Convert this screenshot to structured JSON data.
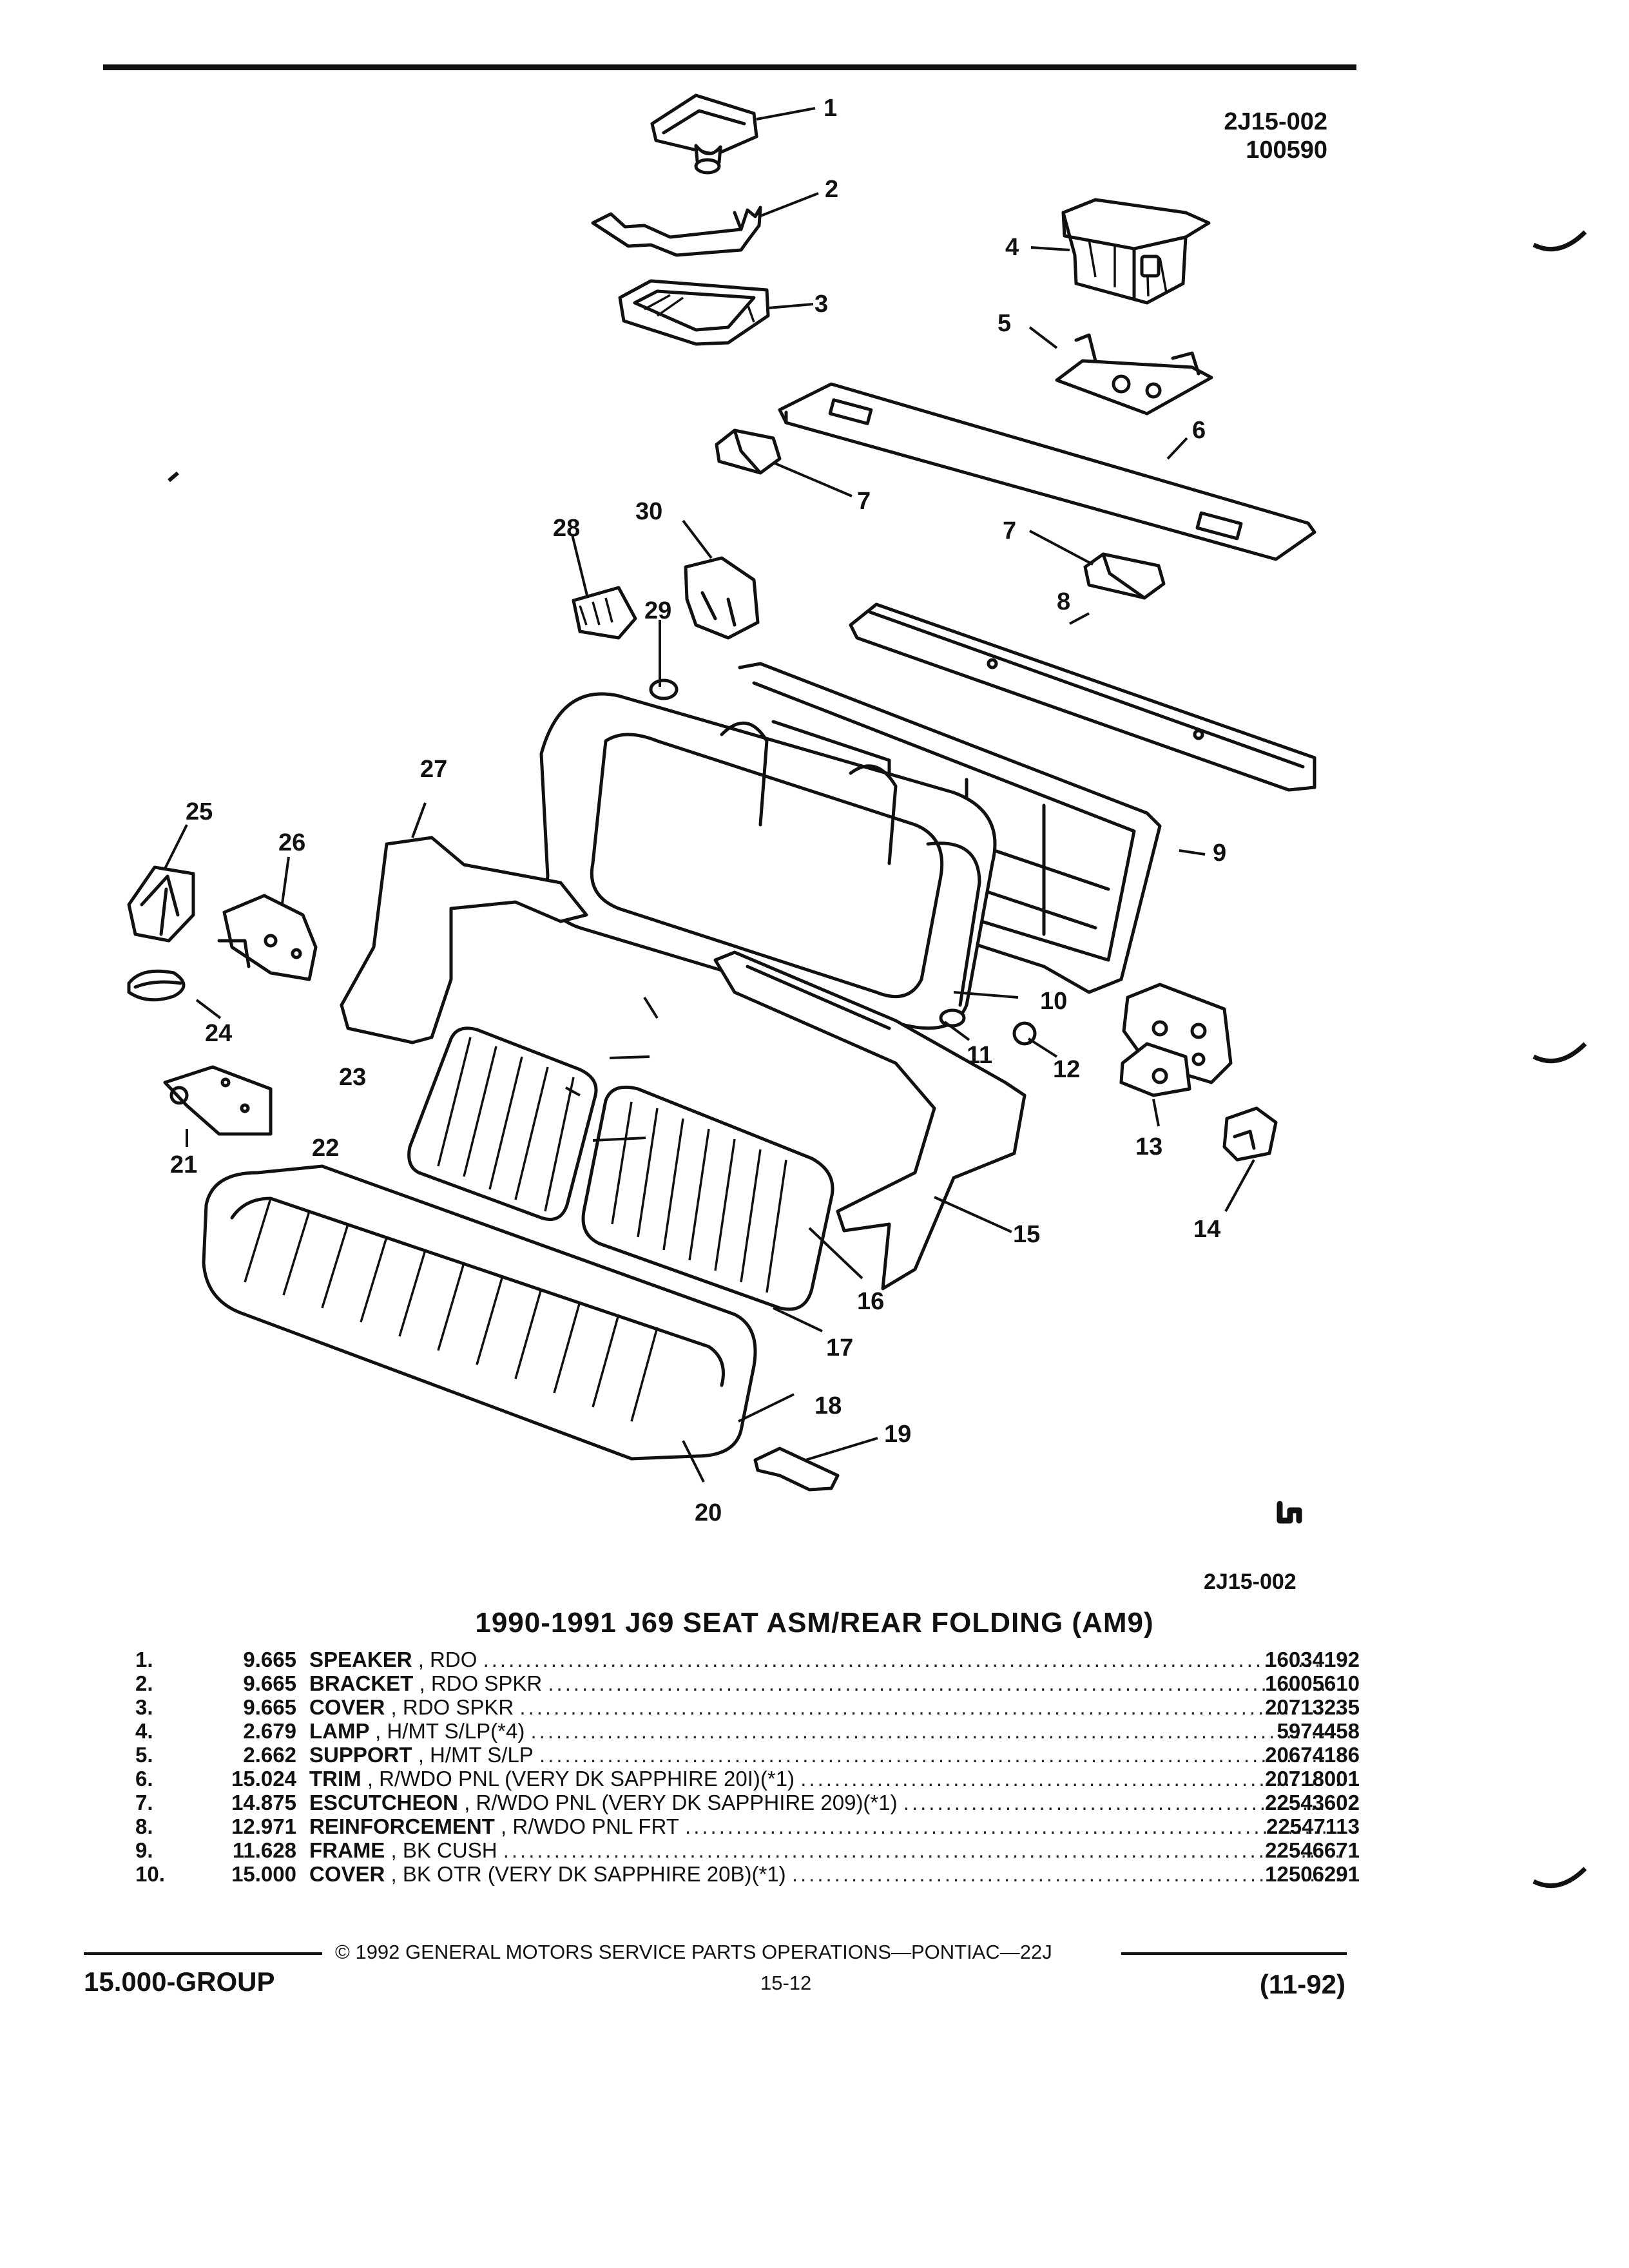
{
  "header": {
    "illustration_code": "2J15-002",
    "illustration_date": "100590"
  },
  "diagram": {
    "callouts": [
      "1",
      "2",
      "3",
      "4",
      "5",
      "6",
      "7",
      "7",
      "8",
      "9",
      "10",
      "11",
      "12",
      "13",
      "14",
      "15",
      "16",
      "17",
      "18",
      "19",
      "20",
      "21",
      "22",
      "23",
      "24",
      "25",
      "26",
      "27",
      "28",
      "29",
      "30"
    ],
    "footer_code": "2J15-002"
  },
  "section": {
    "title": "1990-1991 J69 SEAT ASM/REAR FOLDING (AM9)"
  },
  "parts_table": [
    {
      "num": "1.",
      "position": "9.665",
      "name": "SPEAKER",
      "detail": ", RDO",
      "part_number": "16034192"
    },
    {
      "num": "2.",
      "position": "9.665",
      "name": "BRACKET",
      "detail": ", RDO SPKR",
      "part_number": "16005610"
    },
    {
      "num": "3.",
      "position": "9.665",
      "name": "COVER",
      "detail": ", RDO SPKR",
      "part_number": "20713235"
    },
    {
      "num": "4.",
      "position": "2.679",
      "name": "LAMP",
      "detail": ", H/MT S/LP(*4)",
      "part_number": "5974458"
    },
    {
      "num": "5.",
      "position": "2.662",
      "name": "SUPPORT",
      "detail": ", H/MT S/LP",
      "part_number": "20674186"
    },
    {
      "num": "6.",
      "position": "15.024",
      "name": "TRIM",
      "detail": ", R/WDO PNL (VERY DK SAPPHIRE 20I)(*1)",
      "part_number": "20718001"
    },
    {
      "num": "7.",
      "position": "14.875",
      "name": "ESCUTCHEON",
      "detail": ", R/WDO PNL (VERY DK SAPPHIRE 209)(*1)",
      "part_number": "22543602"
    },
    {
      "num": "8.",
      "position": "12.971",
      "name": "REINFORCEMENT",
      "detail": ", R/WDO PNL FRT",
      "part_number": "22547113"
    },
    {
      "num": "9.",
      "position": "11.628",
      "name": "FRAME",
      "detail": ", BK CUSH",
      "part_number": "22546671"
    },
    {
      "num": "10.",
      "position": "15.000",
      "name": "COVER",
      "detail": ", BK OTR (VERY DK SAPPHIRE 20B)(*1)",
      "part_number": "12506291"
    }
  ],
  "footer": {
    "copyright": "© 1992 GENERAL MOTORS SERVICE PARTS OPERATIONS—PONTIAC—22J",
    "group": "15.000-GROUP",
    "page": "15-12",
    "revision": "(11-92)"
  }
}
